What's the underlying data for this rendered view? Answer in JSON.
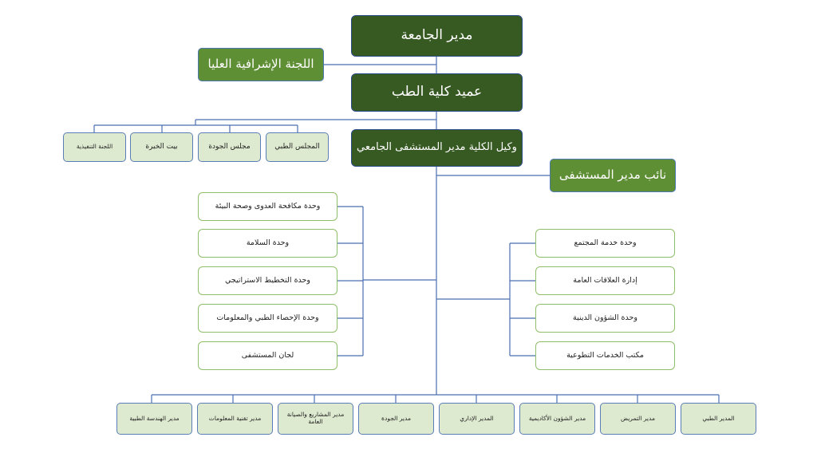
{
  "university_director": "مدير الجامعة",
  "supervisory_committee": "اللجنة الإشرافية العليا",
  "dean": "عميد كلية الطب",
  "vice_dean": "وكيل الكلية مدير المستشفى الجامعي",
  "deputy_director": "نائب مدير المستشفى",
  "councils": [
    "المجلس الطبي",
    "مجلس الجودة",
    "بيت الخبرة",
    "اللجنة التنفيذية"
  ],
  "left_units": [
    "وحدة مكافحة العدوى وصحة البيئة",
    "وحدة السلامة",
    "وحدة التخطيط الاستراتيجي",
    "وحدة الإحصاء الطبي والمعلومات",
    "لجان المستشفى"
  ],
  "right_units": [
    "وحدة خدمة المجتمع",
    "إدارة العلاقات العامة",
    "وحدة الشؤون الدينية",
    "مكتب الخدمات التطوعية"
  ],
  "directors": [
    "المدير الطبي",
    "مدير التمريض",
    "مدير الشؤون الأكاديمية",
    "المدير الإداري",
    "مدير الجودة",
    "مدير المشاريع والصيانة العامة",
    "مدير تقنية المعلومات",
    "مدير الهندسة الطبية"
  ]
}
